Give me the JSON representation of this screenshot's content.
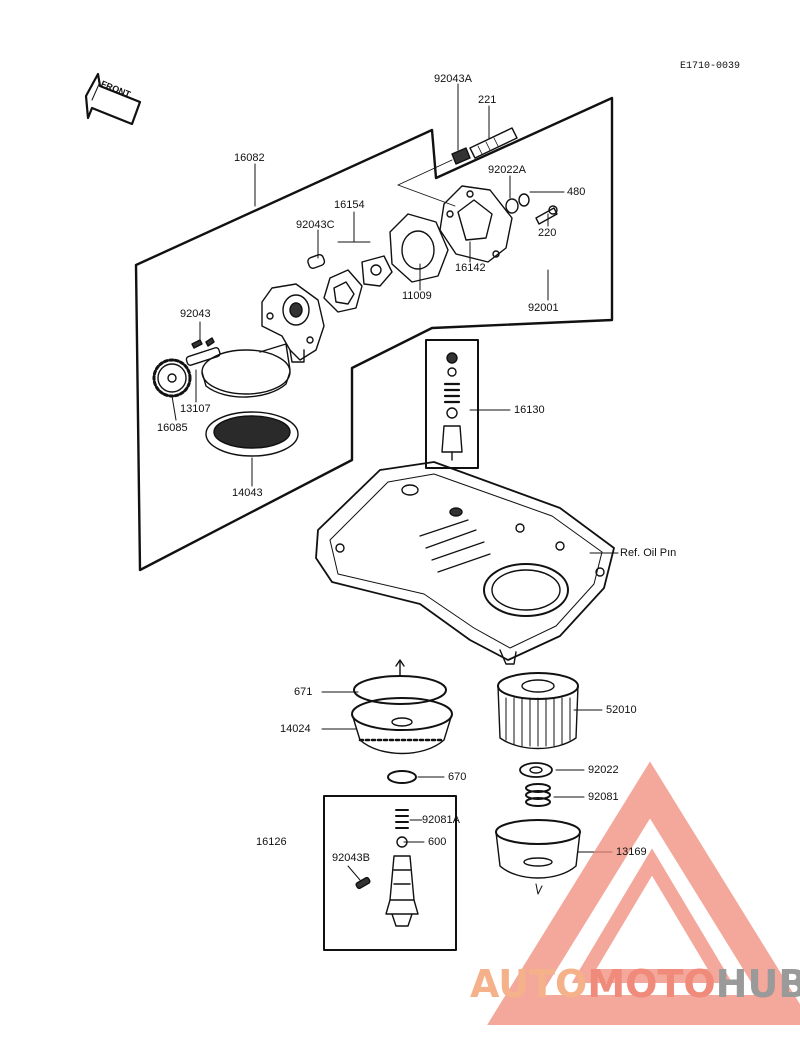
{
  "diagram": {
    "code": "E1710-0039",
    "front_label": "FRONT",
    "ref_label": "Ref. Oil Pın",
    "parts": {
      "p92043A": "92043A",
      "p221": "221",
      "p16082": "16082",
      "p92022A": "92022A",
      "p480": "480",
      "p16154": "16154",
      "p92043C": "92043C",
      "p220": "220",
      "p16142": "16142",
      "p11009": "11009",
      "p92001": "92001",
      "p92043": "92043",
      "p13107": "13107",
      "p16085": "16085",
      "p16130": "16130",
      "p14043": "14043",
      "p671": "671",
      "p52010": "52010",
      "p14024": "14024",
      "p670": "670",
      "p92022": "92022",
      "p92081": "92081",
      "p16126": "16126",
      "p92081A": "92081A",
      "p600": "600",
      "p92043B": "92043B",
      "p13169": "13169"
    }
  },
  "watermark": {
    "auto": "AUTO",
    "moto": "MOTO",
    "hub": "HUB",
    "color_primary": "#f08a7a",
    "color_secondary": "#9a9a9a"
  }
}
